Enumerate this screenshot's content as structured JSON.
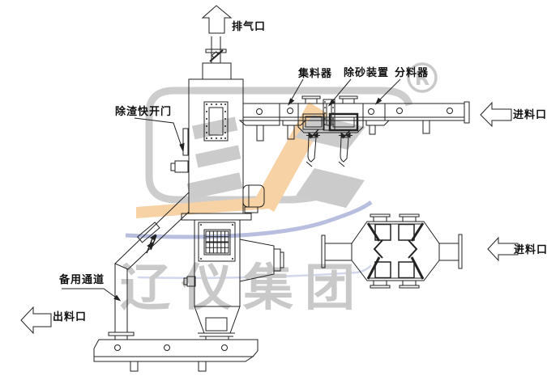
{
  "diagram": {
    "labels": {
      "exhaust": "排气口",
      "collector": "集料器",
      "sand_removal": "除砂装置",
      "distributor": "分料器",
      "inlet_top": "进料口",
      "inlet_bottom": "进料口",
      "slag_quick_door": "除渣快开门",
      "backup_channel": "备用通道",
      "outlet": "出料口"
    },
    "watermark": {
      "company": "辽仪集团",
      "registered_mark": "R",
      "gray": "#c9c9c9",
      "orange": "#f7d2a4",
      "blue": "#b7bede"
    },
    "line_color": "#222222",
    "background": "#ffffff"
  }
}
